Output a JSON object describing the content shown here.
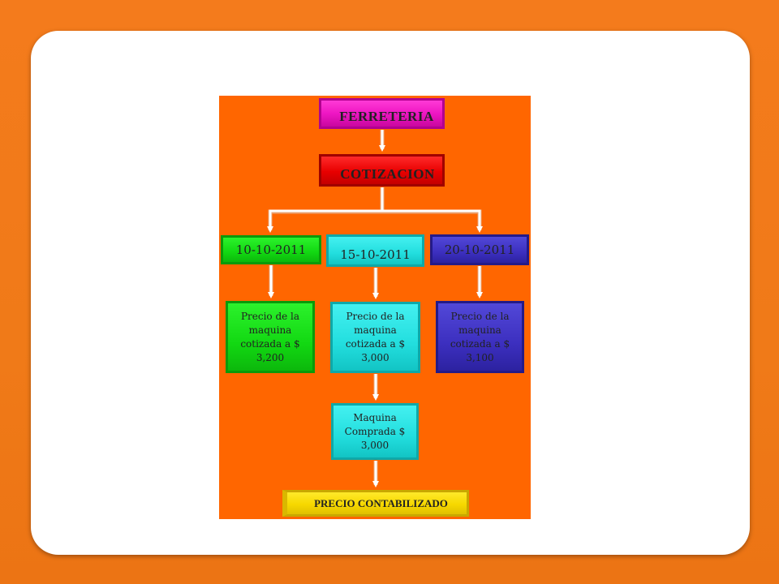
{
  "diagram": {
    "nodes": {
      "ferreteria": "FERRETERIA",
      "cotizacion": "COTIZACION",
      "dates": [
        "10-10-2011",
        "15-10-2011",
        "20-10-2011"
      ],
      "prices": [
        "Precio de la\nmaquina\ncotizada a  $\n3,200",
        "Precio de la\nmaquina\ncotizada a  $\n3,000",
        "Precio de la\nmaquina\ncotizada a  $\n3,100"
      ],
      "maquina_comprada": "Maquina\nComprada  $\n3,000",
      "precio_contabilizado": "PRECIO CONTABILIZADO"
    },
    "colors": {
      "slide_border": "#f47b1c",
      "panel_background": "#ff6600",
      "ferreteria": "#ee16c3",
      "cotizacion": "#e80000",
      "green": "#12d812",
      "cyan": "#22dede",
      "indigo": "#3c2fbf",
      "yellow": "#f6d800",
      "connector": "#ffffff"
    }
  }
}
